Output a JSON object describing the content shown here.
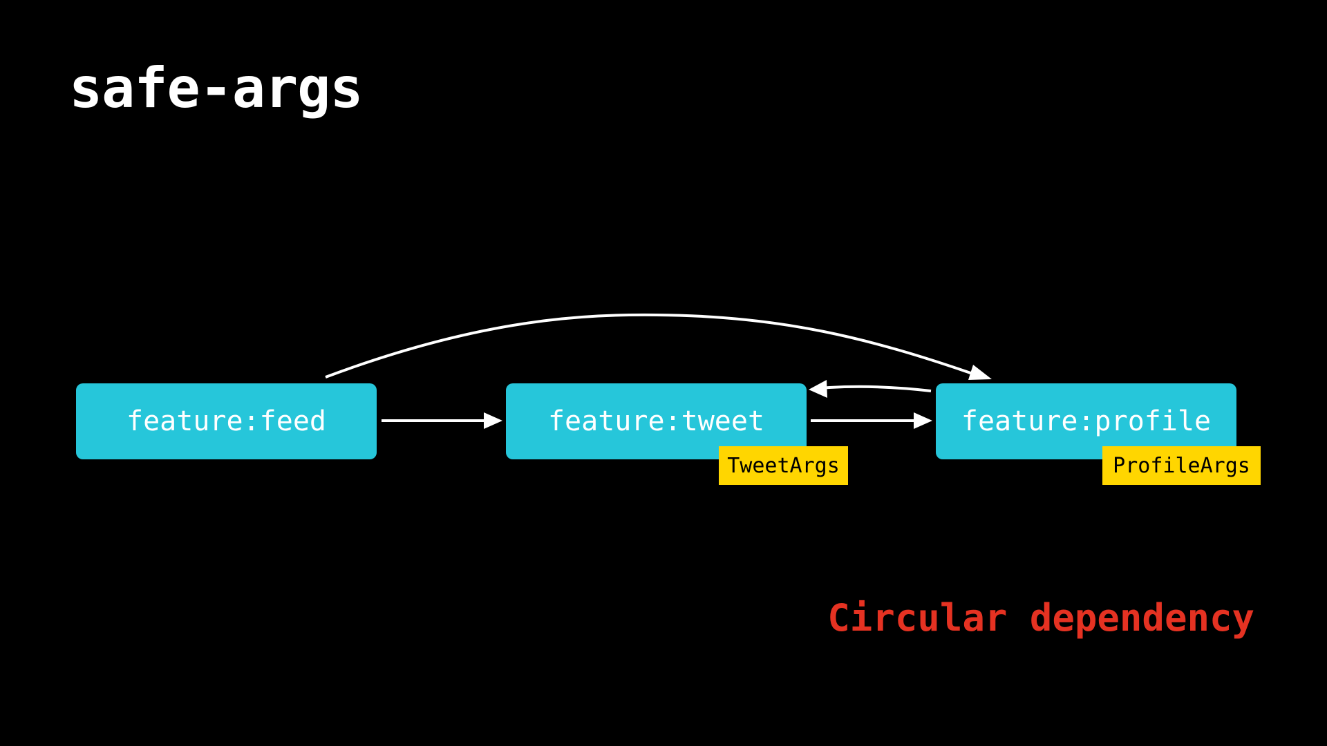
{
  "slide": {
    "title": "safe-args",
    "warning": "Circular dependency",
    "warning_color": "#e53222",
    "module_color": "#26c6da",
    "args_color": "#ffd600"
  },
  "modules": [
    {
      "id": "feed",
      "label": "feature:feed"
    },
    {
      "id": "tweet",
      "label": "feature:tweet",
      "args": "TweetArgs"
    },
    {
      "id": "profile",
      "label": "feature:profile",
      "args": "ProfileArgs"
    }
  ],
  "edges": [
    {
      "from": "feature:feed",
      "to": "feature:tweet"
    },
    {
      "from": "feature:tweet",
      "to": "feature:profile"
    },
    {
      "from": "feature:profile",
      "to": "feature:tweet"
    },
    {
      "from": "feature:feed",
      "to": "feature:profile"
    }
  ]
}
